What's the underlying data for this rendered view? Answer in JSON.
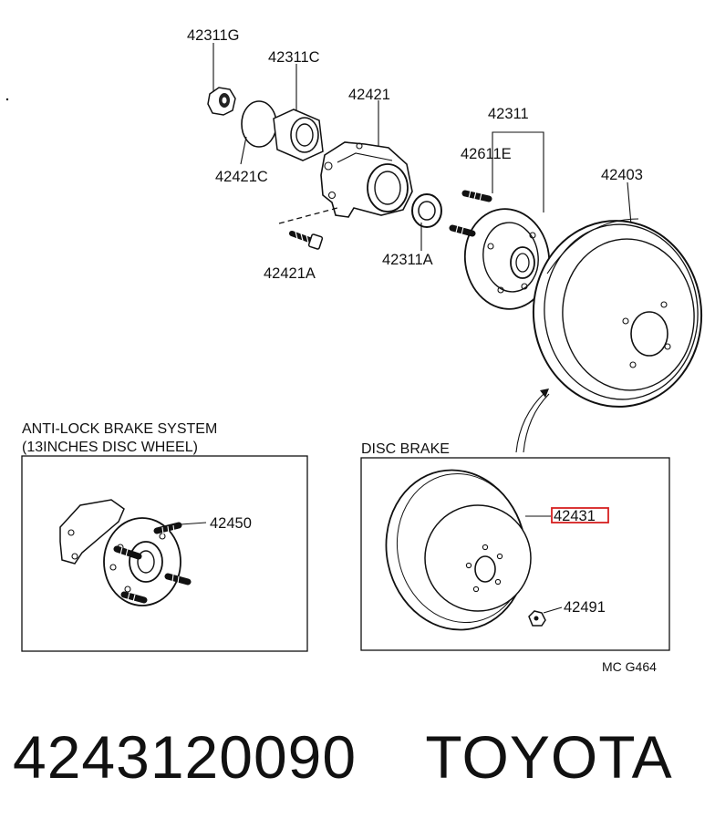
{
  "parts": {
    "p42311G": "42311G",
    "p42311C": "42311C",
    "p42421": "42421",
    "p42421C": "42421C",
    "p42311": "42311",
    "p42611E": "42611E",
    "p42403": "42403",
    "p42421A": "42421A",
    "p42311A": "42311A",
    "p42450": "42450",
    "p42431": "42431",
    "p42491": "42491"
  },
  "highlighted_part": "42431",
  "highlight_color": "#d62020",
  "panels": {
    "abs_title_line1": "ANTI-LOCK BRAKE SYSTEM",
    "abs_title_line2": "(13INCHES DISC WHEEL)",
    "disc_title": "DISC BRAKE"
  },
  "diagram_code": "MC G464",
  "footer": {
    "part_number": "4243120090",
    "brand": "TOYOTA"
  }
}
